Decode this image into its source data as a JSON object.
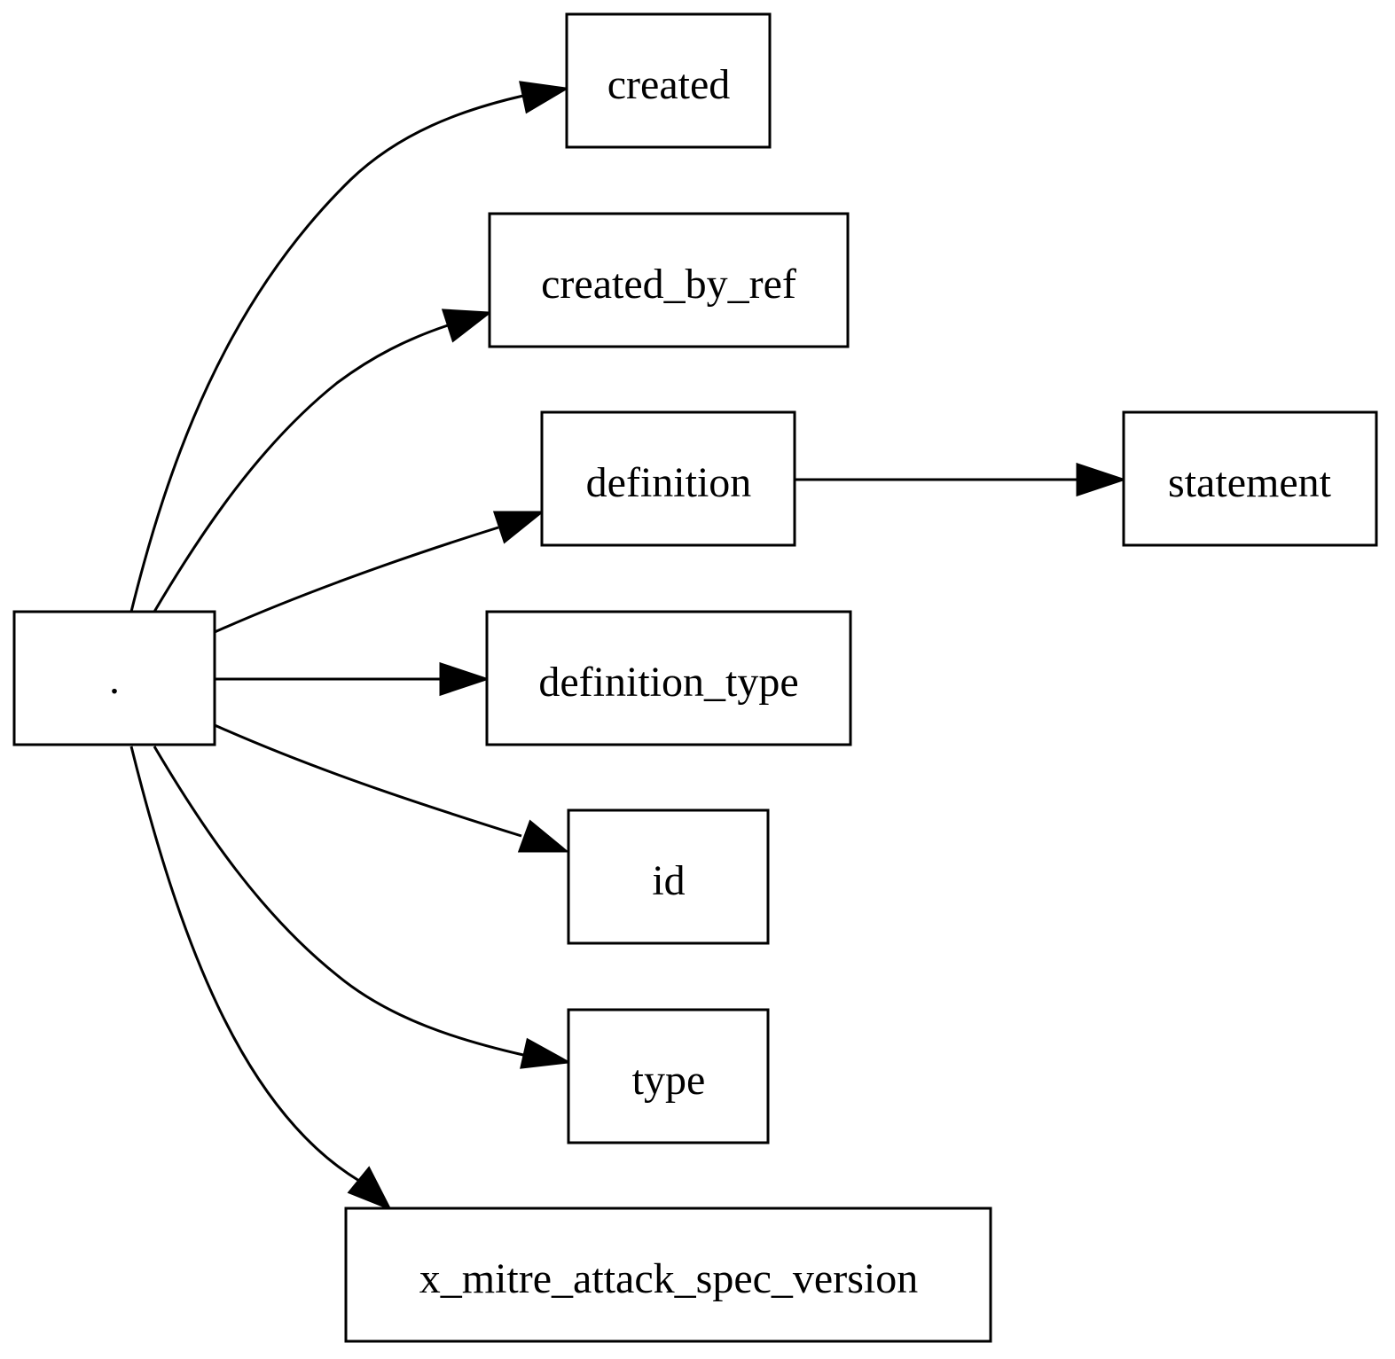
{
  "diagram": {
    "root": {
      "label": "."
    },
    "children": [
      {
        "label": "created"
      },
      {
        "label": "created_by_ref"
      },
      {
        "label": "definition"
      },
      {
        "label": "definition_type"
      },
      {
        "label": "id"
      },
      {
        "label": "type"
      },
      {
        "label": "x_mitre_attack_spec_version"
      }
    ],
    "grandchild": {
      "label": "statement"
    },
    "edges": [
      {
        "from": ".",
        "to": "created"
      },
      {
        "from": ".",
        "to": "created_by_ref"
      },
      {
        "from": ".",
        "to": "definition"
      },
      {
        "from": ".",
        "to": "definition_type"
      },
      {
        "from": ".",
        "to": "id"
      },
      {
        "from": ".",
        "to": "type"
      },
      {
        "from": ".",
        "to": "x_mitre_attack_spec_version"
      },
      {
        "from": "definition",
        "to": "statement"
      }
    ]
  }
}
